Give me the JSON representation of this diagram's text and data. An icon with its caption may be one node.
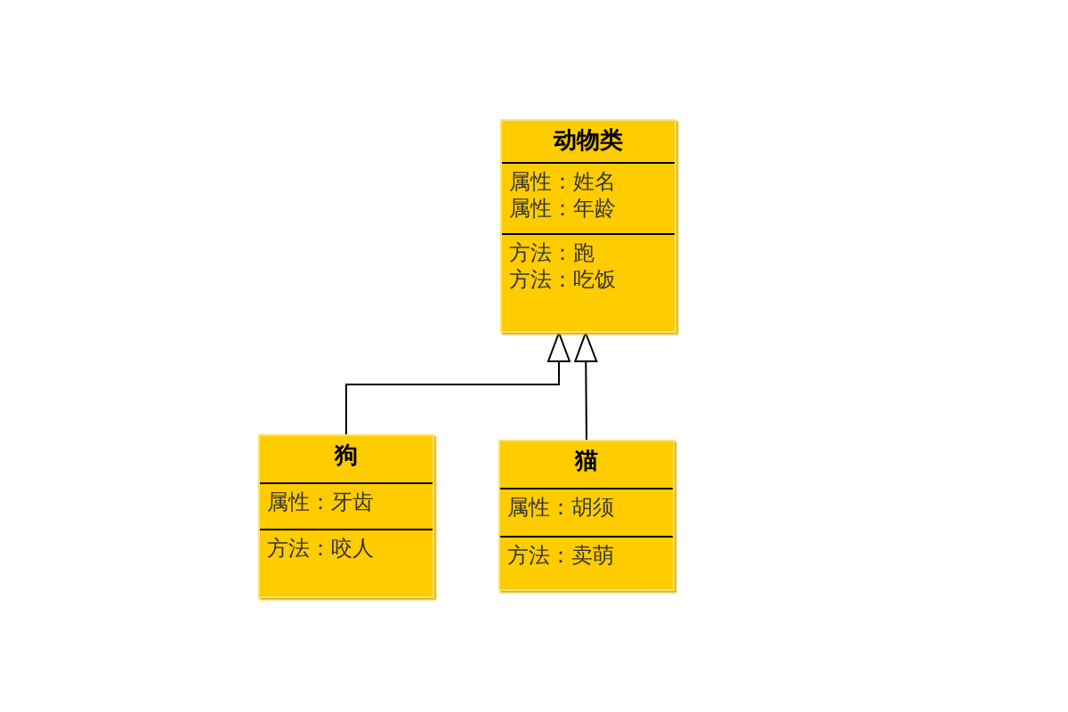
{
  "diagram": {
    "nodes": [
      {
        "text": [
          "动物类",
          "属性：姓名",
          "属性：年龄",
          "方法：跑",
          "方法：吃饭"
        ]
      },
      {
        "text": [
          "狗",
          "属性：牙齿",
          "方法：咬人"
        ]
      },
      {
        "text": [
          "猫",
          "属性：胡须",
          "方法：卖萌"
        ]
      }
    ],
    "edges": [
      {
        "from": 1,
        "to": 0,
        "arrow": "to"
      },
      {
        "from": 2,
        "to": 0,
        "arrow": "to"
      }
    ]
  }
}
